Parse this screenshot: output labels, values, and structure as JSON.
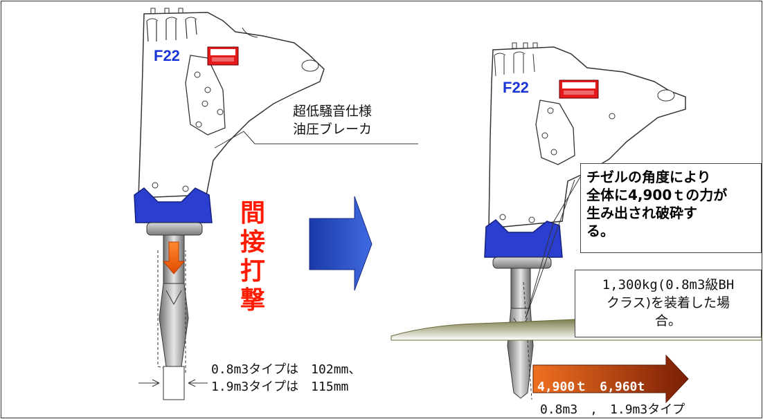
{
  "model_label_left": "F22",
  "model_label_right": "F22",
  "breaker_description": {
    "line1": "超低騒音仕様",
    "line2": "油圧ブレーカ"
  },
  "indirect_strike": [
    "間",
    "接",
    "打",
    "撃"
  ],
  "force_note": [
    "チゼルの角度により",
    "全体に4,900ｔの力が",
    "生み出され破砕す",
    "る。"
  ],
  "weight_note": [
    "1,300kg(0.8m3級BH",
    "クラス)を装着した場",
    "合。"
  ],
  "chisel_dimensions": {
    "line1": "0.8m3タイプは　102mm、",
    "line2": "1.9m3タイプは　115mm"
  },
  "force_arrow_label": "4,900ｔ　6,960t",
  "type_label": "0.8m3　,　1.9m3タイプ",
  "colors": {
    "model_text": "#1b34d8",
    "indirect_text": "#ff1a00",
    "bracket_blue": "#2a3fd0",
    "force_arrow": "#a8360a",
    "impact_arrow": "#ff6a10",
    "ground": "#8a8a5a"
  },
  "icons": {
    "transition_arrow": "right-arrow-block",
    "force_arrow": "right-arrow-gradient",
    "impact_arrow": "down-arrow"
  }
}
